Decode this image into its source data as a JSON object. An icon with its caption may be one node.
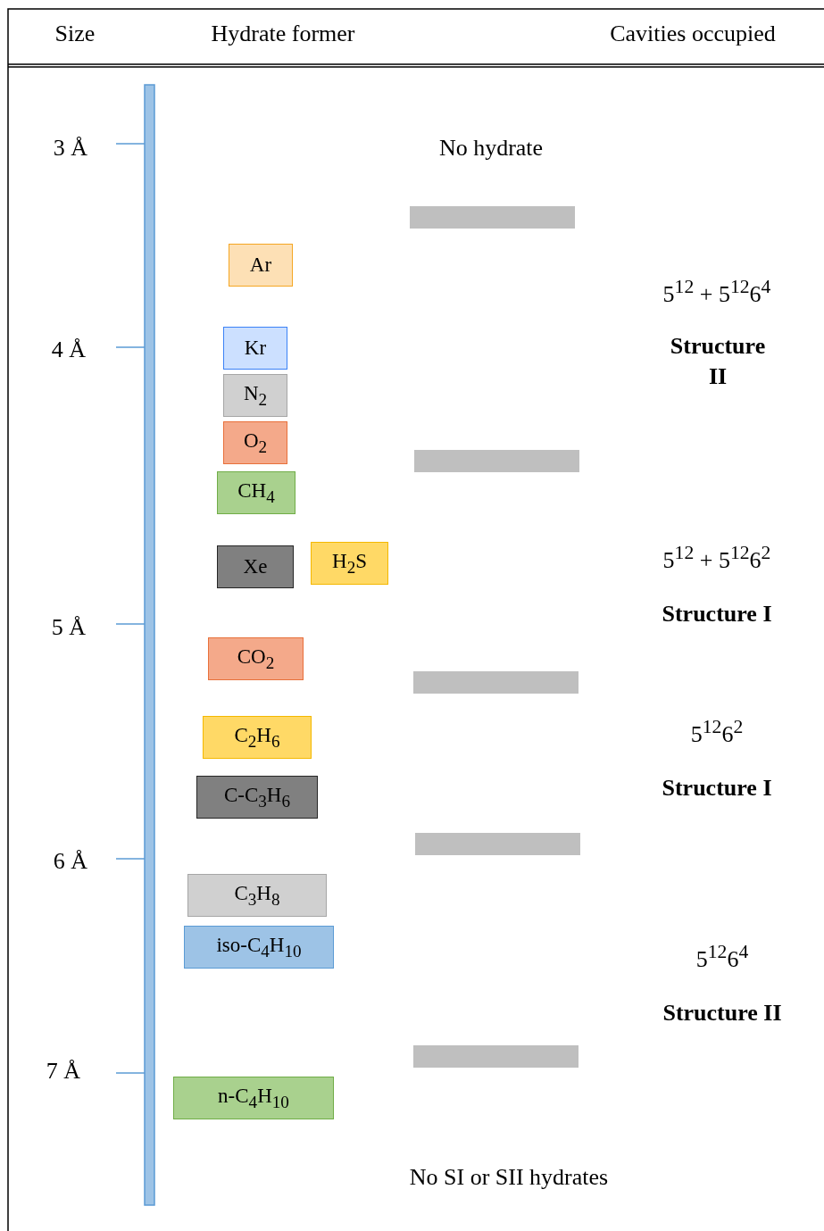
{
  "diagram": {
    "nodes": [
      {
        "text": [
          "Ar"
        ]
      },
      {
        "text": [
          "Kr"
        ]
      },
      {
        "text": [
          "N$_{2}$"
        ]
      },
      {
        "text": [
          "O$_{2}$"
        ]
      },
      {
        "text": [
          "CH$_{4}$"
        ]
      },
      {
        "text": [
          "Xe"
        ]
      },
      {
        "text": [
          "H$_{2}$S"
        ]
      },
      {
        "text": [
          "CO$_{2}$"
        ]
      },
      {
        "text": [
          "C$_{2}$H$_{6}$"
        ]
      },
      {
        "text": [
          "C-C$_{3}$H$_{6}$"
        ]
      },
      {
        "text": [
          "C$_{3}$H$_{8}$"
        ]
      },
      {
        "text": [
          "iso-C$_{4}$H$_{10}$"
        ]
      },
      {
        "text": [
          "n-C$_{4}$H$_{10}$"
        ]
      },
      {
        "text": [],
        "shape": "bar"
      },
      {
        "text": [],
        "shape": "bar"
      },
      {
        "text": [],
        "shape": "bar"
      },
      {
        "text": [],
        "shape": "bar"
      },
      {
        "text": [],
        "shape": "bar"
      }
    ],
    "edges": [],
    "labels": [
      "Size",
      "Hydrate former",
      "Cavities occupied",
      "3 Å",
      "No hydrate",
      "5$^{12}$ + 5$^{12}$6$^{4}$",
      "4 Å",
      "Structure II",
      "5$^{12}$ + 5$^{12}$6$^{2}$",
      "5 Å",
      "Structure I",
      "5$^{12}$6$^{2}$",
      "Structure I",
      "6 Å",
      "5$^{12}$6$^{4}$",
      "Structure II",
      "7 Å",
      "No SI or SII hydrates"
    ]
  }
}
